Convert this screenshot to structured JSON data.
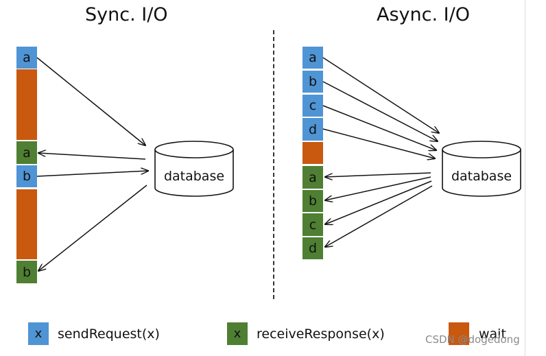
{
  "titles": {
    "sync": "Sync. I/O",
    "async": "Async. I/O"
  },
  "sync": {
    "blocks": [
      {
        "label": "a",
        "kind": "send"
      },
      {
        "label": "",
        "kind": "wait"
      },
      {
        "label": "a",
        "kind": "recv"
      },
      {
        "label": "b",
        "kind": "send"
      },
      {
        "label": "",
        "kind": "wait"
      },
      {
        "label": "b",
        "kind": "recv"
      }
    ],
    "database": "database"
  },
  "async": {
    "blocks": [
      {
        "label": "a",
        "kind": "send"
      },
      {
        "label": "b",
        "kind": "send"
      },
      {
        "label": "c",
        "kind": "send"
      },
      {
        "label": "d",
        "kind": "send"
      },
      {
        "label": "",
        "kind": "wait"
      },
      {
        "label": "a",
        "kind": "recv"
      },
      {
        "label": "b",
        "kind": "recv"
      },
      {
        "label": "c",
        "kind": "recv"
      },
      {
        "label": "d",
        "kind": "recv"
      }
    ],
    "database": "database"
  },
  "legend": {
    "send_box": "x",
    "send_label": "sendRequest(x)",
    "recv_box": "x",
    "recv_label": "receiveResponse(x)",
    "wait_label": "wait"
  },
  "watermark": "CSDN @dogedong",
  "colors": {
    "send": "#4f94d4",
    "receive": "#4e7f32",
    "wait": "#c8590f"
  }
}
